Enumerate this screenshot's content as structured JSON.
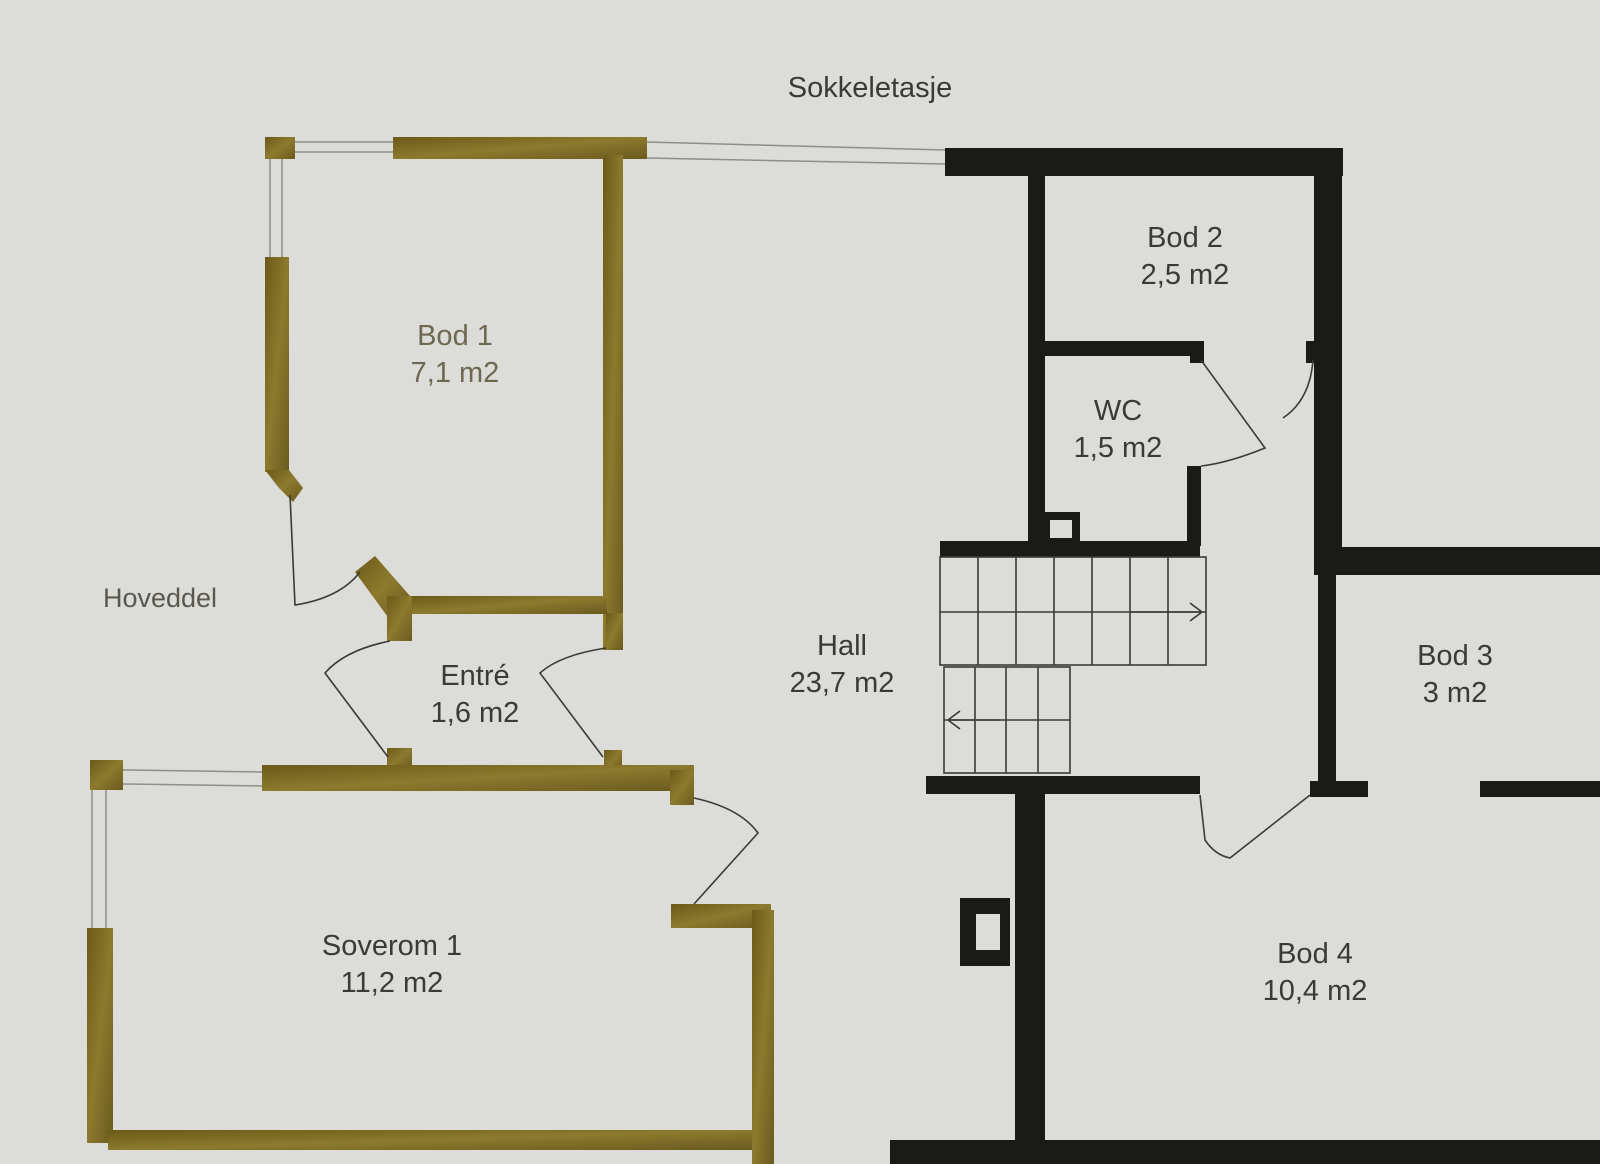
{
  "title": "Sokkeletasje",
  "wing_label": "Hoveddel",
  "colors": {
    "paper": "#dcdcd8",
    "gold_wall": "#7c6a22",
    "black_wall": "#1a1a16",
    "door_line": "#3a3a36",
    "text": "#3b3a36"
  },
  "rooms": {
    "bod1": {
      "name": "Bod 1",
      "area": "7,1 m2"
    },
    "bod2": {
      "name": "Bod 2",
      "area": "2,5 m2"
    },
    "wc": {
      "name": "WC",
      "area": "1,5 m2"
    },
    "entre": {
      "name": "Entré",
      "area": "1,6 m2"
    },
    "hall": {
      "name": "Hall",
      "area": "23,7 m2"
    },
    "bod3": {
      "name": "Bod 3",
      "area": "3 m2"
    },
    "soverom1": {
      "name": "Soverom 1",
      "area": "11,2 m2"
    },
    "bod4": {
      "name": "Bod 4",
      "area": "10,4 m2"
    }
  }
}
